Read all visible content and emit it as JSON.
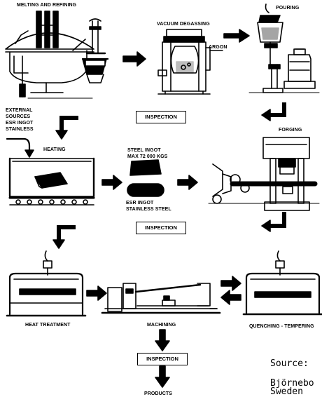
{
  "stages": {
    "melting": "MELTING AND REFINING",
    "vacuum": "VACUUM DEGASSING",
    "argon": "ARGON",
    "pouring": "POURING",
    "external_1": "EXTERNAL",
    "external_2": "SOURCES",
    "external_3": "ESR INGOT",
    "external_4": "STAINLESS",
    "heating": "HEATING",
    "ingot_1": "STEEL INGOT",
    "ingot_2": "MAX 72 000 KGS",
    "esr_1": "ESR INGOT",
    "esr_2": "STAINLESS STEEL",
    "forging": "FORGING",
    "heat_treatment": "HEAT TREATMENT",
    "machining": "MACHINING",
    "quenching": "QUENCHING - TEMPERING",
    "products": "PRODUCTS"
  },
  "inspections": [
    "INSPECTION",
    "INSPECTION",
    "INSPECTION"
  ],
  "source": {
    "label": "Source:",
    "line1": "Björnebo",
    "line2": "Sweden"
  }
}
